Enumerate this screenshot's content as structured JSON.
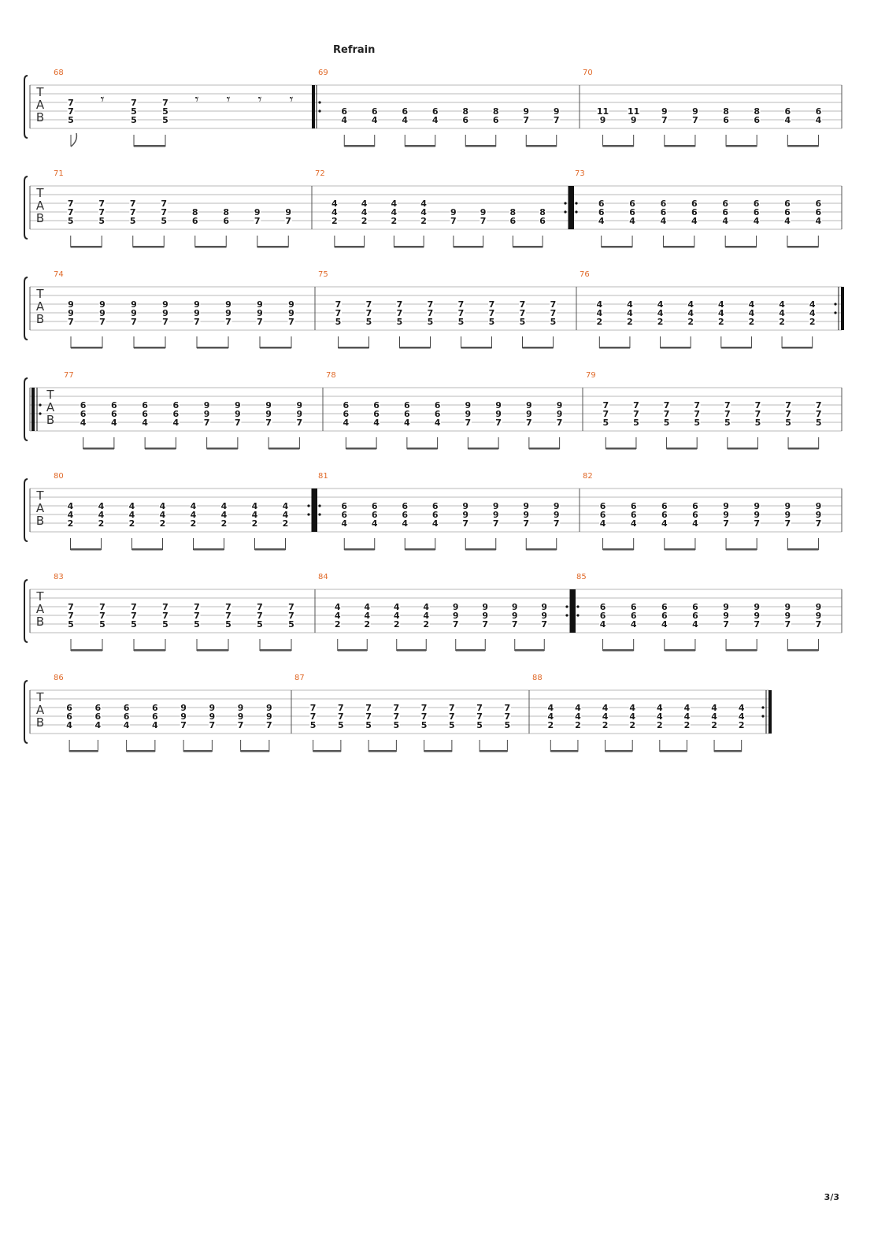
{
  "section_label": "Refrain",
  "page_number": "3/3",
  "tab_clef": [
    "T",
    "A",
    "B"
  ],
  "colors": {
    "bar_number": "#e06a2a",
    "staff_line": "#b8b8b8",
    "ink": "#1a1a1a"
  },
  "rest_symbol": "𝄾",
  "bars": [
    {
      "number": "68",
      "beats": [
        [
          "7",
          "7",
          "5"
        ],
        "rest",
        [
          "7",
          "5",
          "5"
        ],
        [
          "7",
          "5",
          "5"
        ],
        "rest",
        "rest",
        "rest",
        "rest"
      ]
    },
    {
      "number": "69",
      "repeat_start": true,
      "beats": [
        [
          "6",
          "4"
        ],
        [
          "6",
          "4"
        ],
        [
          "6",
          "4"
        ],
        [
          "6",
          "4"
        ],
        [
          "8",
          "6"
        ],
        [
          "8",
          "6"
        ],
        [
          "9",
          "7"
        ],
        [
          "9",
          "7"
        ]
      ]
    },
    {
      "number": "70",
      "beats": [
        [
          "11",
          "9"
        ],
        [
          "11",
          "9"
        ],
        [
          "9",
          "7"
        ],
        [
          "9",
          "7"
        ],
        [
          "8",
          "6"
        ],
        [
          "8",
          "6"
        ],
        [
          "6",
          "4"
        ],
        [
          "6",
          "4"
        ]
      ]
    },
    {
      "number": "71",
      "beats": [
        [
          "7",
          "7",
          "5"
        ],
        [
          "7",
          "7",
          "5"
        ],
        [
          "7",
          "7",
          "5"
        ],
        [
          "7",
          "7",
          "5"
        ],
        [
          "8",
          "6"
        ],
        [
          "8",
          "6"
        ],
        [
          "9",
          "7"
        ],
        [
          "9",
          "7"
        ]
      ]
    },
    {
      "number": "72",
      "repeat_end": true,
      "beats": [
        [
          "4",
          "4",
          "2"
        ],
        [
          "4",
          "4",
          "2"
        ],
        [
          "4",
          "4",
          "2"
        ],
        [
          "4",
          "4",
          "2"
        ],
        [
          "9",
          "7"
        ],
        [
          "9",
          "7"
        ],
        [
          "8",
          "6"
        ],
        [
          "8",
          "6"
        ]
      ]
    },
    {
      "number": "73",
      "repeat_start": true,
      "beats": [
        [
          "6",
          "6",
          "4"
        ],
        [
          "6",
          "6",
          "4"
        ],
        [
          "6",
          "6",
          "4"
        ],
        [
          "6",
          "6",
          "4"
        ],
        [
          "6",
          "6",
          "4"
        ],
        [
          "6",
          "6",
          "4"
        ],
        [
          "6",
          "6",
          "4"
        ],
        [
          "6",
          "6",
          "4"
        ]
      ]
    },
    {
      "number": "74",
      "beats": [
        [
          "9",
          "9",
          "7"
        ],
        [
          "9",
          "9",
          "7"
        ],
        [
          "9",
          "9",
          "7"
        ],
        [
          "9",
          "9",
          "7"
        ],
        [
          "9",
          "9",
          "7"
        ],
        [
          "9",
          "9",
          "7"
        ],
        [
          "9",
          "9",
          "7"
        ],
        [
          "9",
          "9",
          "7"
        ]
      ]
    },
    {
      "number": "75",
      "beats": [
        [
          "7",
          "7",
          "5"
        ],
        [
          "7",
          "7",
          "5"
        ],
        [
          "7",
          "7",
          "5"
        ],
        [
          "7",
          "7",
          "5"
        ],
        [
          "7",
          "7",
          "5"
        ],
        [
          "7",
          "7",
          "5"
        ],
        [
          "7",
          "7",
          "5"
        ],
        [
          "7",
          "7",
          "5"
        ]
      ]
    },
    {
      "number": "76",
      "repeat_end": true,
      "beats": [
        [
          "4",
          "4",
          "2"
        ],
        [
          "4",
          "4",
          "2"
        ],
        [
          "4",
          "4",
          "2"
        ],
        [
          "4",
          "4",
          "2"
        ],
        [
          "4",
          "4",
          "2"
        ],
        [
          "4",
          "4",
          "2"
        ],
        [
          "4",
          "4",
          "2"
        ],
        [
          "4",
          "4",
          "2"
        ]
      ]
    },
    {
      "number": "77",
      "repeat_start": true,
      "beats": [
        [
          "6",
          "6",
          "4"
        ],
        [
          "6",
          "6",
          "4"
        ],
        [
          "6",
          "6",
          "4"
        ],
        [
          "6",
          "6",
          "4"
        ],
        [
          "9",
          "9",
          "7"
        ],
        [
          "9",
          "9",
          "7"
        ],
        [
          "9",
          "9",
          "7"
        ],
        [
          "9",
          "9",
          "7"
        ]
      ]
    },
    {
      "number": "78",
      "beats": [
        [
          "6",
          "6",
          "4"
        ],
        [
          "6",
          "6",
          "4"
        ],
        [
          "6",
          "6",
          "4"
        ],
        [
          "6",
          "6",
          "4"
        ],
        [
          "9",
          "9",
          "7"
        ],
        [
          "9",
          "9",
          "7"
        ],
        [
          "9",
          "9",
          "7"
        ],
        [
          "9",
          "9",
          "7"
        ]
      ]
    },
    {
      "number": "79",
      "beats": [
        [
          "7",
          "7",
          "5"
        ],
        [
          "7",
          "7",
          "5"
        ],
        [
          "7",
          "7",
          "5"
        ],
        [
          "7",
          "7",
          "5"
        ],
        [
          "7",
          "7",
          "5"
        ],
        [
          "7",
          "7",
          "5"
        ],
        [
          "7",
          "7",
          "5"
        ],
        [
          "7",
          "7",
          "5"
        ]
      ]
    },
    {
      "number": "80",
      "repeat_end": true,
      "beats": [
        [
          "4",
          "4",
          "2"
        ],
        [
          "4",
          "4",
          "2"
        ],
        [
          "4",
          "4",
          "2"
        ],
        [
          "4",
          "4",
          "2"
        ],
        [
          "4",
          "4",
          "2"
        ],
        [
          "4",
          "4",
          "2"
        ],
        [
          "4",
          "4",
          "2"
        ],
        [
          "4",
          "4",
          "2"
        ]
      ]
    },
    {
      "number": "81",
      "repeat_start": true,
      "beats": [
        [
          "6",
          "6",
          "4"
        ],
        [
          "6",
          "6",
          "4"
        ],
        [
          "6",
          "6",
          "4"
        ],
        [
          "6",
          "6",
          "4"
        ],
        [
          "9",
          "9",
          "7"
        ],
        [
          "9",
          "9",
          "7"
        ],
        [
          "9",
          "9",
          "7"
        ],
        [
          "9",
          "9",
          "7"
        ]
      ]
    },
    {
      "number": "82",
      "beats": [
        [
          "6",
          "6",
          "4"
        ],
        [
          "6",
          "6",
          "4"
        ],
        [
          "6",
          "6",
          "4"
        ],
        [
          "6",
          "6",
          "4"
        ],
        [
          "9",
          "9",
          "7"
        ],
        [
          "9",
          "9",
          "7"
        ],
        [
          "9",
          "9",
          "7"
        ],
        [
          "9",
          "9",
          "7"
        ]
      ]
    },
    {
      "number": "83",
      "beats": [
        [
          "7",
          "7",
          "5"
        ],
        [
          "7",
          "7",
          "5"
        ],
        [
          "7",
          "7",
          "5"
        ],
        [
          "7",
          "7",
          "5"
        ],
        [
          "7",
          "7",
          "5"
        ],
        [
          "7",
          "7",
          "5"
        ],
        [
          "7",
          "7",
          "5"
        ],
        [
          "7",
          "7",
          "5"
        ]
      ]
    },
    {
      "number": "84",
      "repeat_end": true,
      "beats": [
        [
          "4",
          "4",
          "2"
        ],
        [
          "4",
          "4",
          "2"
        ],
        [
          "4",
          "4",
          "2"
        ],
        [
          "4",
          "4",
          "2"
        ],
        [
          "9",
          "9",
          "7"
        ],
        [
          "9",
          "9",
          "7"
        ],
        [
          "9",
          "9",
          "7"
        ],
        [
          "9",
          "9",
          "7"
        ]
      ]
    },
    {
      "number": "85",
      "repeat_start": true,
      "beats": [
        [
          "6",
          "6",
          "4"
        ],
        [
          "6",
          "6",
          "4"
        ],
        [
          "6",
          "6",
          "4"
        ],
        [
          "6",
          "6",
          "4"
        ],
        [
          "9",
          "9",
          "7"
        ],
        [
          "9",
          "9",
          "7"
        ],
        [
          "9",
          "9",
          "7"
        ],
        [
          "9",
          "9",
          "7"
        ]
      ]
    },
    {
      "number": "86",
      "beats": [
        [
          "6",
          "6",
          "4"
        ],
        [
          "6",
          "6",
          "4"
        ],
        [
          "6",
          "6",
          "4"
        ],
        [
          "6",
          "6",
          "4"
        ],
        [
          "9",
          "9",
          "7"
        ],
        [
          "9",
          "9",
          "7"
        ],
        [
          "9",
          "9",
          "7"
        ],
        [
          "9",
          "9",
          "7"
        ]
      ]
    },
    {
      "number": "87",
      "beats": [
        [
          "7",
          "7",
          "5"
        ],
        [
          "7",
          "7",
          "5"
        ],
        [
          "7",
          "7",
          "5"
        ],
        [
          "7",
          "7",
          "5"
        ],
        [
          "7",
          "7",
          "5"
        ],
        [
          "7",
          "7",
          "5"
        ],
        [
          "7",
          "7",
          "5"
        ],
        [
          "7",
          "7",
          "5"
        ]
      ]
    },
    {
      "number": "88",
      "repeat_end": true,
      "beats": [
        [
          "4",
          "4",
          "2"
        ],
        [
          "4",
          "4",
          "2"
        ],
        [
          "4",
          "4",
          "2"
        ],
        [
          "4",
          "4",
          "2"
        ],
        [
          "4",
          "4",
          "2"
        ],
        [
          "4",
          "4",
          "2"
        ],
        [
          "4",
          "4",
          "2"
        ],
        [
          "4",
          "4",
          "2"
        ]
      ]
    }
  ]
}
